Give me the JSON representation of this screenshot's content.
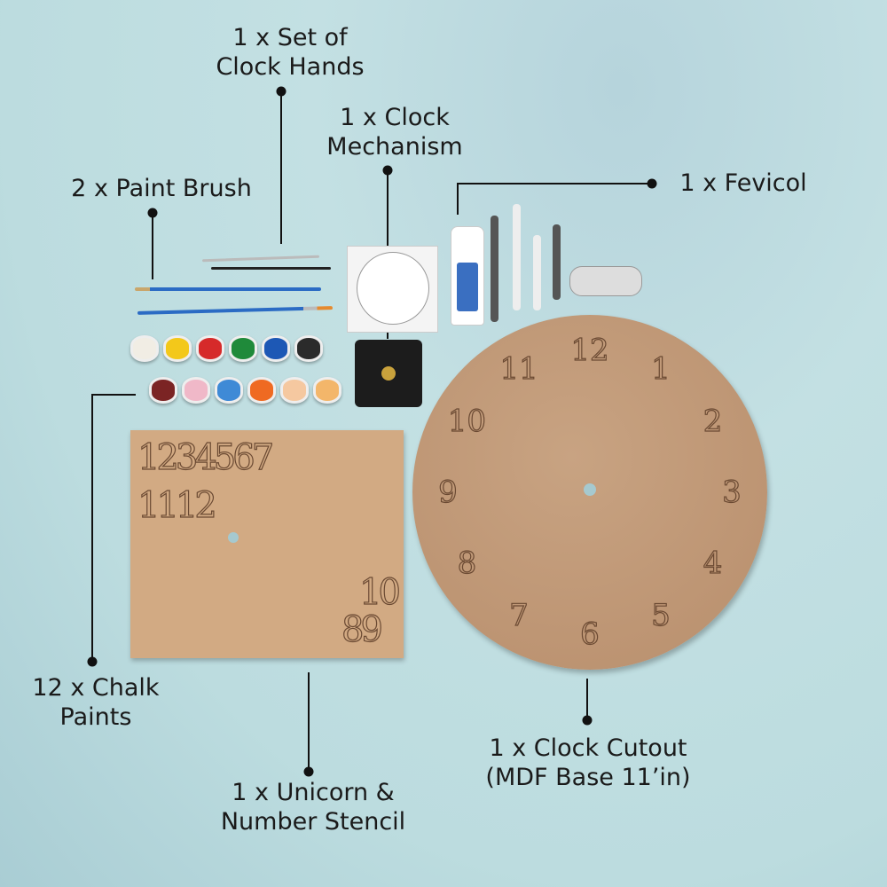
{
  "labels": {
    "clock_hands": [
      "1 x Set of",
      "Clock Hands"
    ],
    "mechanism": [
      "1 x Clock",
      "Mechanism"
    ],
    "brush": [
      "2 x Paint Brush"
    ],
    "fevicol": [
      "1 x Fevicol"
    ],
    "paints": [
      "12 x Chalk",
      "Paints"
    ],
    "stencil": [
      "1 x Unicorn &",
      "Number Stencil"
    ],
    "cutout": [
      "1 x Clock Cutout",
      "(MDF Base 11’in)"
    ]
  },
  "clock_numbers": [
    "12",
    "1",
    "2",
    "3",
    "4",
    "5",
    "6",
    "7",
    "8",
    "9",
    "10",
    "11"
  ],
  "stencil_numbers": {
    "row1": "1234567",
    "row2": "1112",
    "n10": "10",
    "n89": "89"
  },
  "paint_colors": [
    "#f1ede4",
    "#f3c81a",
    "#d62a2a",
    "#1f8a3a",
    "#1d58b5",
    "#2b2b2b",
    "#7b2424",
    "#f0b8c8",
    "#3f8ad6",
    "#ef6a22",
    "#f5c8a0",
    "#f3b66a"
  ]
}
